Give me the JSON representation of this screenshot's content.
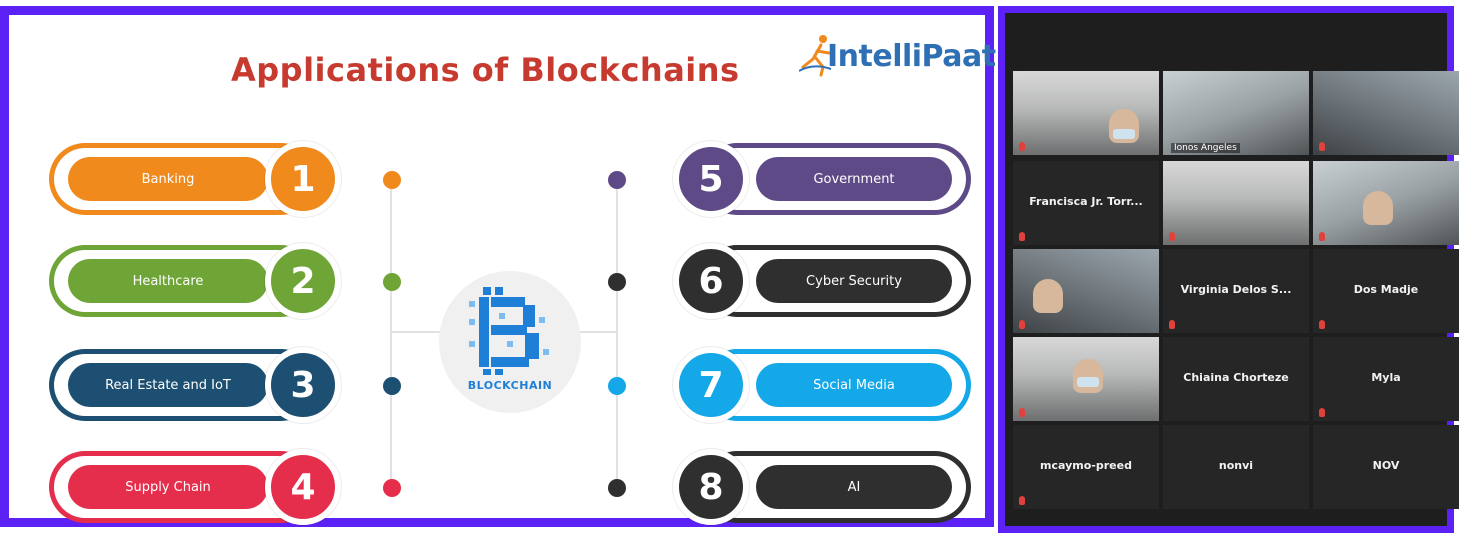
{
  "slide": {
    "title": "Applications of Blockchains",
    "logo_text": "IntelliPaat",
    "center_label": "BLOCKCHAIN",
    "colors": {
      "orange": "#f08a1d",
      "green": "#6fa437",
      "navy": "#1c4f72",
      "red": "#e52e4c",
      "purple": "#5e4a86",
      "dark": "#2f2f2f",
      "cyan": "#14a8e8",
      "accent": "#5b21f5"
    },
    "left_items": [
      {
        "number": "1",
        "label": "Banking"
      },
      {
        "number": "2",
        "label": "Healthcare"
      },
      {
        "number": "3",
        "label": "Real Estate and IoT"
      },
      {
        "number": "4",
        "label": "Supply Chain"
      }
    ],
    "right_items": [
      {
        "number": "5",
        "label": "Government"
      },
      {
        "number": "6",
        "label": "Cyber Security"
      },
      {
        "number": "7",
        "label": "Social Media"
      },
      {
        "number": "8",
        "label": "AI"
      }
    ]
  },
  "conference": {
    "tiles": [
      {
        "name": "",
        "caption": ""
      },
      {
        "name": "",
        "caption": "Ionos Angeles"
      },
      {
        "name": "",
        "caption": ""
      },
      {
        "name": "Francisca Jr. Torr...",
        "caption": ""
      },
      {
        "name": "",
        "caption": ""
      },
      {
        "name": "",
        "caption": ""
      },
      {
        "name": "",
        "caption": ""
      },
      {
        "name": "Virginia Delos S...",
        "caption": ""
      },
      {
        "name": "Dos Madje",
        "caption": ""
      },
      {
        "name": "",
        "caption": ""
      },
      {
        "name": "Chiaina Chorteze",
        "caption": ""
      },
      {
        "name": "Myla",
        "caption": ""
      },
      {
        "name": "mcaymo-preed",
        "caption": ""
      },
      {
        "name": "nonvi",
        "caption": ""
      },
      {
        "name": "NOV",
        "caption": ""
      }
    ]
  }
}
